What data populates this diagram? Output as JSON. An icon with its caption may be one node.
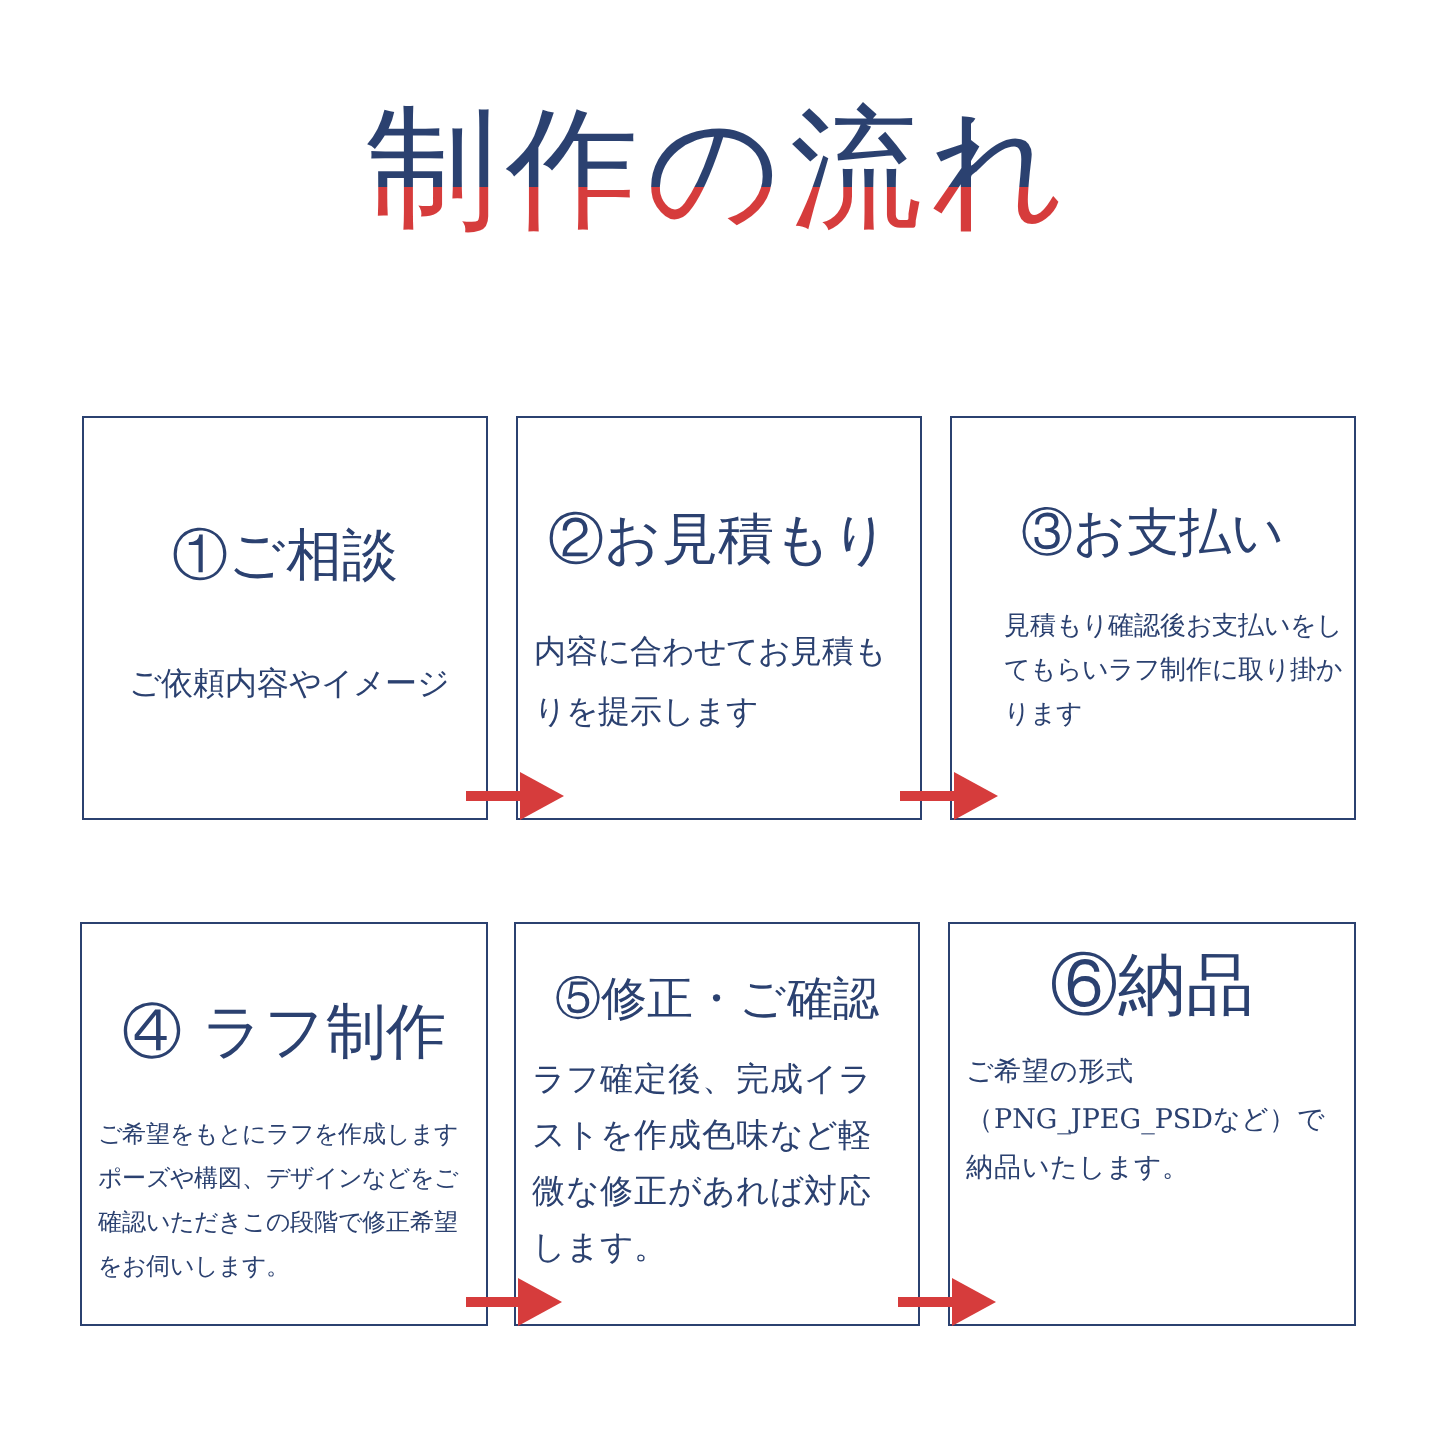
{
  "diagram": {
    "title": "制作の流れ",
    "nodes": [
      {
        "text": [
          "①ご相談",
          "ご依頼内容やイメージ"
        ]
      },
      {
        "text": [
          "②お見積もり",
          "内容に合わせてお見積もりを提示します"
        ]
      },
      {
        "text": [
          "③お支払い",
          "見積もり確認後お支払いをしてもらいラフ制作に取り掛かります"
        ]
      },
      {
        "text": [
          "④ ラフ制作",
          "ご希望をもとにラフを作成しますポーズや構図、デザインなどをご確認いただきこの段階で修正希望をお伺いします。"
        ]
      },
      {
        "text": [
          "⑤修正・ご確認",
          "ラフ確定後、完成イラストを作成色味など軽微な修正があれば対応します。"
        ]
      },
      {
        "text": [
          "⑥納品",
          "ご希望の形式（PNG_JPEG_PSDなど）で納品いたします。"
        ]
      }
    ],
    "edges": [
      {
        "from": 0,
        "to": 1,
        "arrow": "to"
      },
      {
        "from": 1,
        "to": 2,
        "arrow": "to"
      },
      {
        "from": 3,
        "to": 4,
        "arrow": "to"
      },
      {
        "from": 4,
        "to": 5,
        "arrow": "to"
      }
    ]
  }
}
